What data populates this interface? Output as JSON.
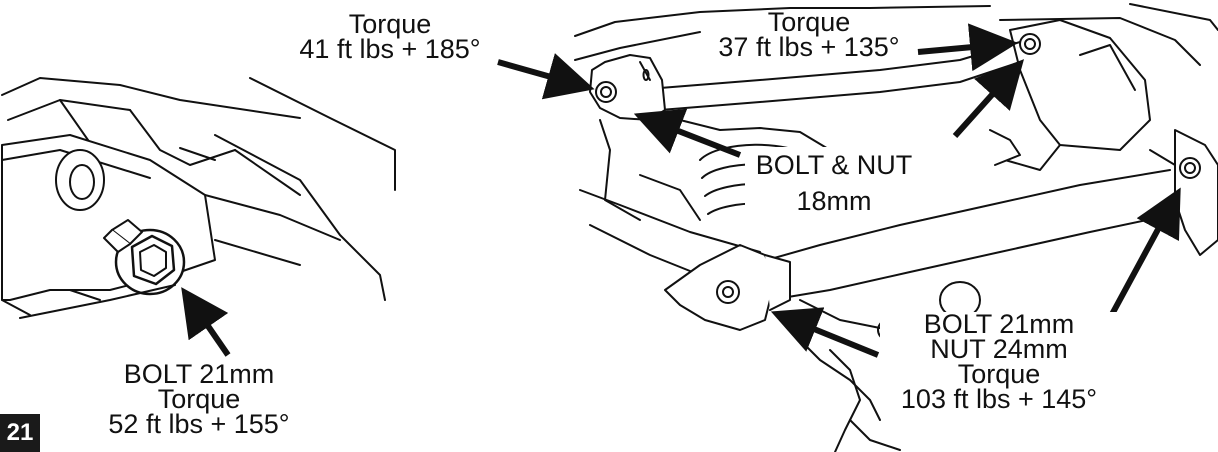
{
  "page_number": "21",
  "callouts": {
    "top_left": {
      "line1": "Torque",
      "line2": "41 ft lbs + 185°"
    },
    "top_right": {
      "line1": "Torque",
      "line2": "37 ft lbs + 135°"
    },
    "center": {
      "line1": "BOLT & NUT",
      "line2": "18mm"
    },
    "left_bolt": {
      "line1": "BOLT 21mm",
      "line2": "Torque",
      "line3": "52 ft lbs + 155°"
    },
    "lower_right": {
      "line1": "BOLT 21mm",
      "line2": "NUT 24mm",
      "line3": "Torque",
      "line4": "103 ft lbs + 145°"
    }
  },
  "colors": {
    "ink": "#111111",
    "paper": "#ffffff",
    "page_tab": "#1a1a1a"
  }
}
